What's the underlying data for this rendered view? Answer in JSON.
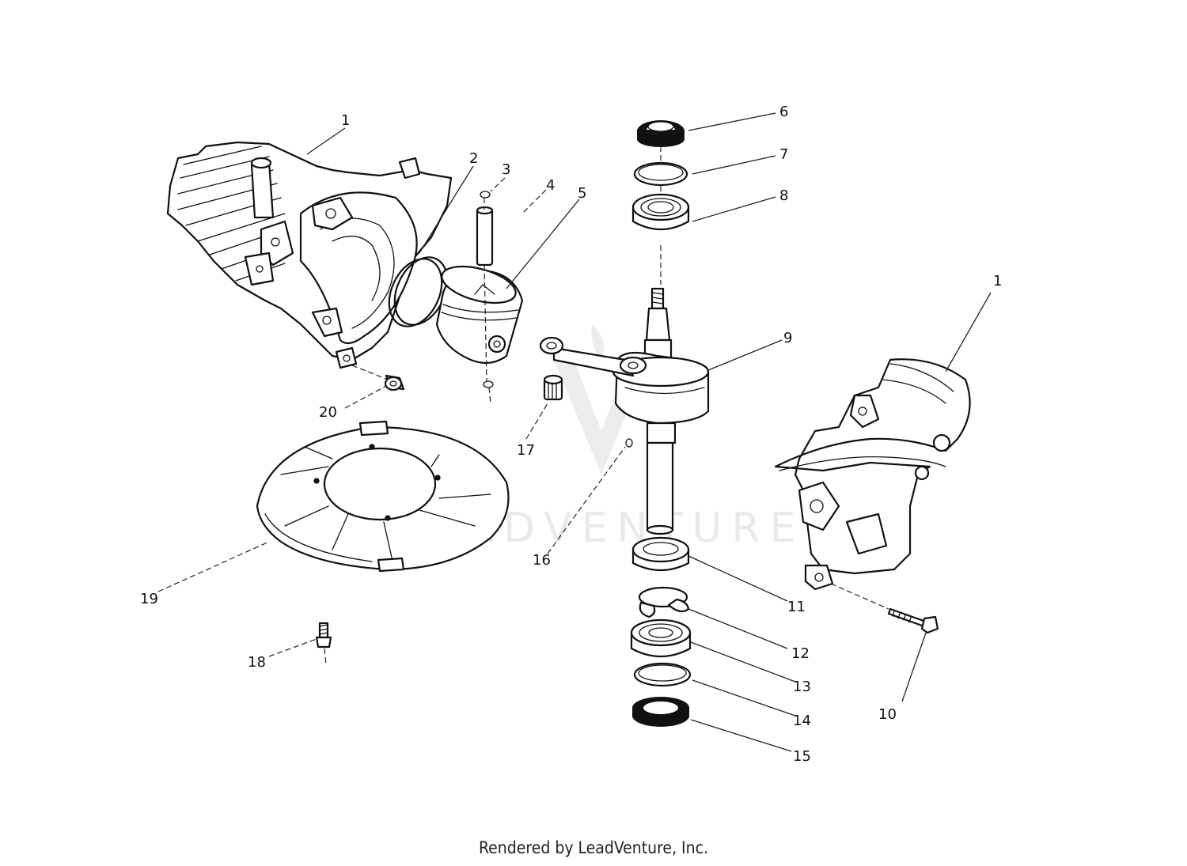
{
  "watermark": "LEADVENTURE",
  "footer": "Rendered by LeadVenture, Inc.",
  "callouts": {
    "c1a": "1",
    "c1b": "1",
    "c2": "2",
    "c3": "3",
    "c4": "4",
    "c5": "5",
    "c6": "6",
    "c7": "7",
    "c8": "8",
    "c9": "9",
    "c10": "10",
    "c11": "11",
    "c12": "12",
    "c13": "13",
    "c14": "14",
    "c15": "15",
    "c16": "16",
    "c17": "17",
    "c18": "18",
    "c19": "19",
    "c20": "20"
  }
}
